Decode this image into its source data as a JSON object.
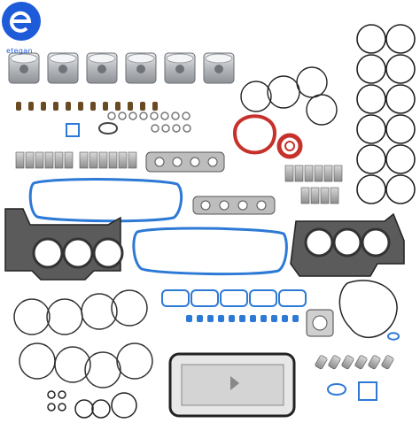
{
  "brand": {
    "name": "etegan",
    "logo_color": "#1e5bd8"
  },
  "scene": {
    "description_items": [
      "piston-set",
      "valve-stem-seals",
      "piston-rings",
      "head-gaskets",
      "valve-cover-gaskets",
      "exhaust-manifold-gaskets",
      "intake-gaskets",
      "bearings",
      "oil-pan-gasket",
      "timing-cover-seals",
      "o-rings",
      "valve-lifters"
    ],
    "colors": {
      "blue_gasket": "#2d79d6",
      "red_seal": "#c6322b",
      "piston_silver": "#c9ccd0",
      "dark_metal": "#444444"
    }
  }
}
